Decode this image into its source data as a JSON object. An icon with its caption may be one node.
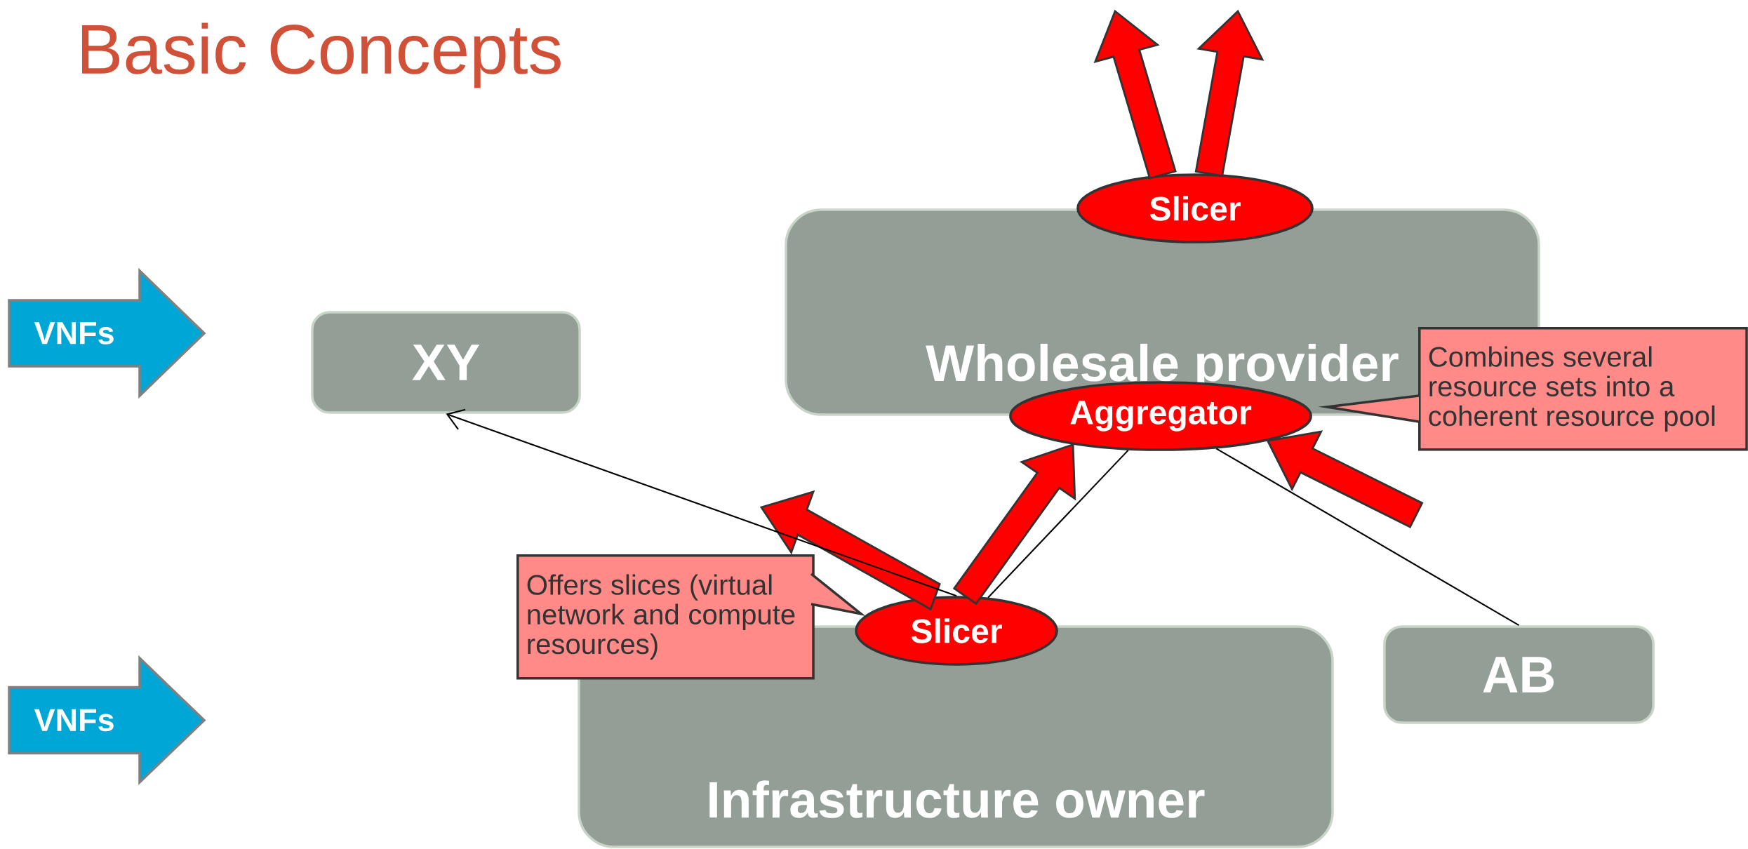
{
  "diagram": {
    "title": "Basic Concepts",
    "nodes": [
      {
        "text": [
          "VNFs"
        ]
      },
      {
        "text": [
          "XY"
        ]
      },
      {
        "text": [
          "Wholesale provider"
        ]
      },
      {
        "text": [
          "Slicer"
        ]
      },
      {
        "text": [
          "Aggregator"
        ]
      },
      {
        "text": [
          "Combines several resource sets into a coherent resource pool"
        ]
      },
      {
        "text": [
          "Offers slices (virtual network and compute resources)"
        ]
      },
      {
        "text": [
          "Slicer"
        ]
      },
      {
        "text": [
          "Infrastructure owner"
        ]
      },
      {
        "text": [
          "AB"
        ]
      },
      {
        "text": [
          "VNFs"
        ]
      }
    ],
    "edges": [
      {
        "from": 3,
        "to": null,
        "arrow": "to",
        "color": "#ff0000"
      },
      {
        "from": 3,
        "to": null,
        "arrow": "to",
        "color": "#ff0000"
      },
      {
        "from": 7,
        "to": null,
        "arrow": "to",
        "color": "#ff0000"
      },
      {
        "from": 7,
        "to": 4,
        "arrow": "to",
        "color": "#ff0000"
      },
      {
        "from": null,
        "to": 4,
        "arrow": "to",
        "color": "#ff0000"
      },
      {
        "from": 7,
        "to": 1,
        "arrow": "to"
      },
      {
        "from": 7,
        "to": 4,
        "arrow": "none"
      },
      {
        "from": 9,
        "to": 4,
        "arrow": "none"
      }
    ]
  }
}
